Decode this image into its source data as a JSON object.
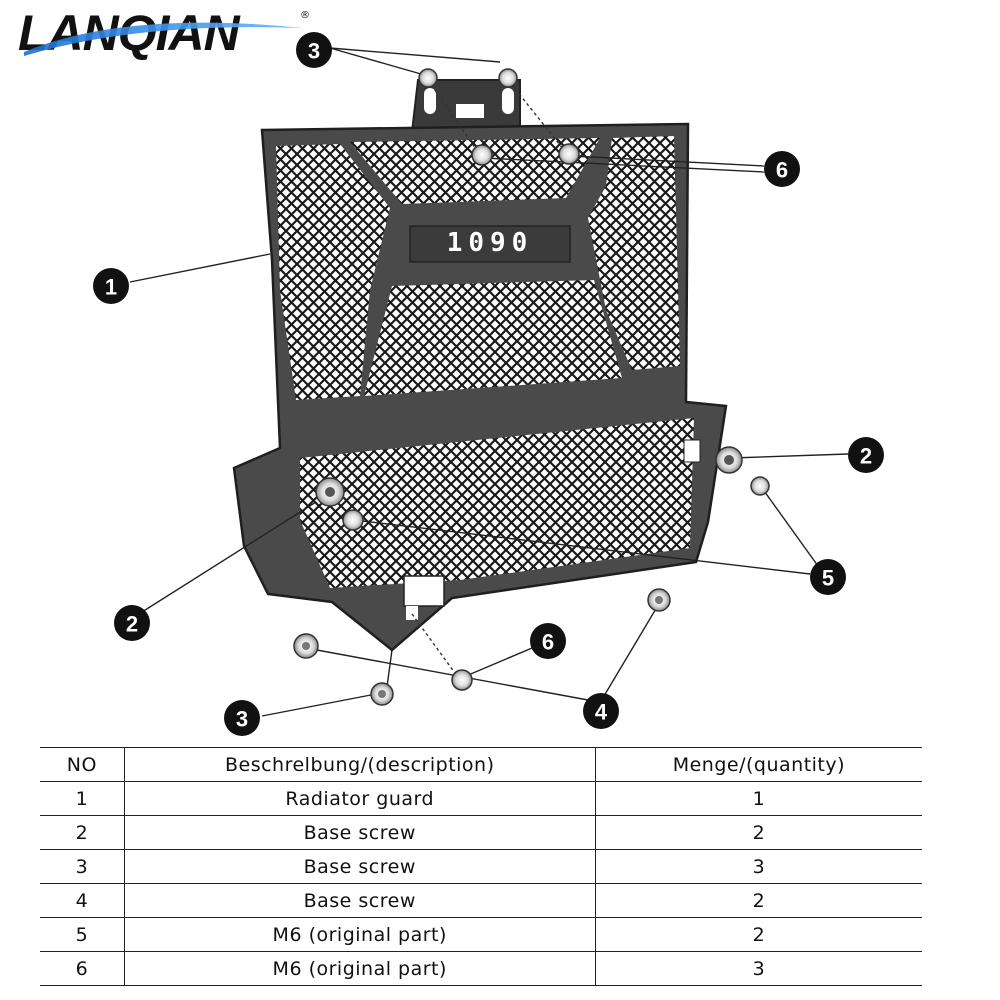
{
  "brand": {
    "logo_text": "LANQIAN",
    "reg_mark": "®"
  },
  "diagram": {
    "plate_text": "1090",
    "callouts": [
      {
        "id": "c3-top",
        "label": "3"
      },
      {
        "id": "c6-top",
        "label": "6"
      },
      {
        "id": "c1",
        "label": "1"
      },
      {
        "id": "c2-right",
        "label": "2"
      },
      {
        "id": "c5",
        "label": "5"
      },
      {
        "id": "c2-left",
        "label": "2"
      },
      {
        "id": "c6-bottom",
        "label": "6"
      },
      {
        "id": "c3-bottom",
        "label": "3"
      },
      {
        "id": "c4",
        "label": "4"
      }
    ]
  },
  "table": {
    "headers": {
      "no": "NO",
      "description": "Beschrelbung/(description)",
      "quantity": "Menge/(quantity)"
    },
    "rows": [
      {
        "no": "1",
        "description": "Radiator guard",
        "quantity": "1"
      },
      {
        "no": "2",
        "description": "Base screw",
        "quantity": "2"
      },
      {
        "no": "3",
        "description": "Base screw",
        "quantity": "3"
      },
      {
        "no": "4",
        "description": "Base screw",
        "quantity": "2"
      },
      {
        "no": "5",
        "description": "M6 (original part)",
        "quantity": "2"
      },
      {
        "no": "6",
        "description": "M6 (original part)",
        "quantity": "3"
      }
    ]
  }
}
